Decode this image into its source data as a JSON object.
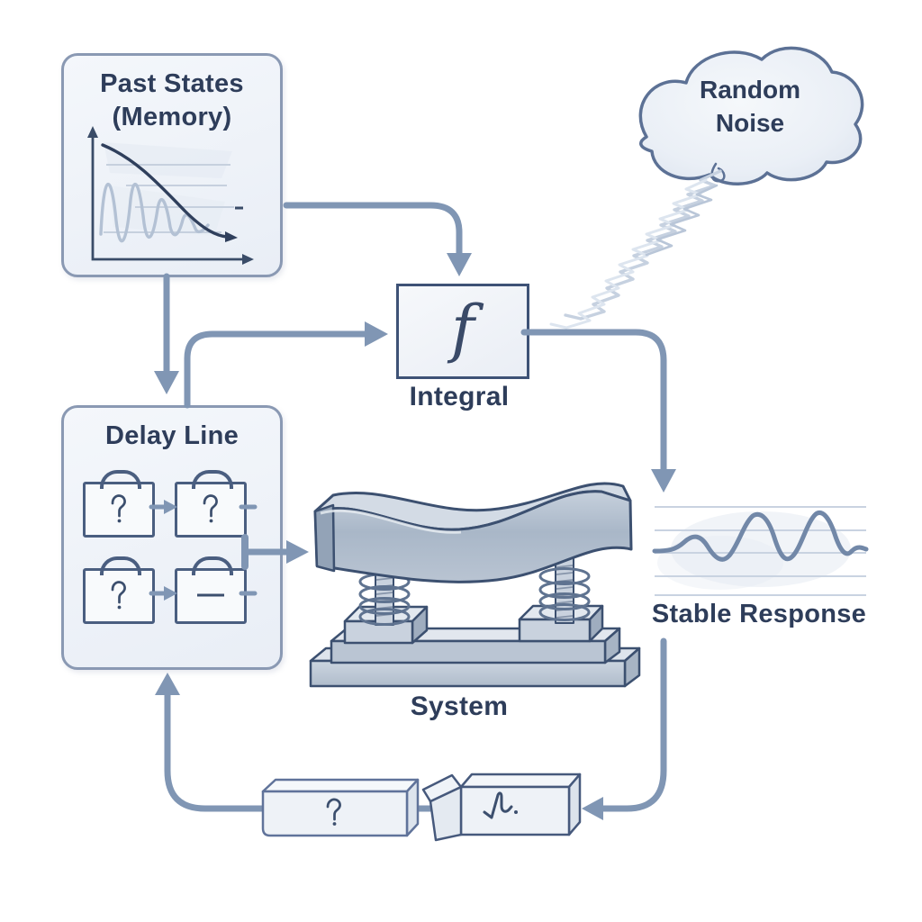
{
  "diagram": {
    "type": "flow-diagram",
    "background": "#ffffff",
    "colors": {
      "arrow": "#8096b4",
      "text": "#2e3d5a",
      "panel_border": "#8a99b3",
      "panel_fill": "#eef2f8",
      "strong_border": "#3e5276",
      "cell_border": "#4a5e80",
      "metal_front": "#b3c0cf",
      "metal_top": "#dde3eb",
      "metal_side": "#93a3b7",
      "grid_line": "#c9d3e1",
      "wave_stroke": "#7288a8",
      "noise_stroke": "#c2cedd",
      "decay_stroke": "#2f3f5c"
    },
    "nodes": {
      "past_states": {
        "label_line1": "Past States",
        "label_line2": "(Memory)"
      },
      "random_noise": {
        "label_line1": "Random",
        "label_line2": "Noise"
      },
      "integral": {
        "symbol": "f",
        "label": "Integral"
      },
      "delay_line": {
        "label": "Delay Line",
        "cells": {
          "glyph": "hook-symbol",
          "dash_cell": "—"
        }
      },
      "system": {
        "label": "System"
      },
      "stable_response": {
        "label": "Stable Response"
      }
    },
    "connections": [
      "past-states → integral",
      "past-states → delay-line",
      "delay-line → integral",
      "delay-line → system",
      "random-noise → integral-output-path",
      "integral → stable-response",
      "stable-response → feedback-filter-box",
      "feedback-filter-box → feedback-memory-box",
      "feedback-memory-box → delay-line"
    ]
  }
}
